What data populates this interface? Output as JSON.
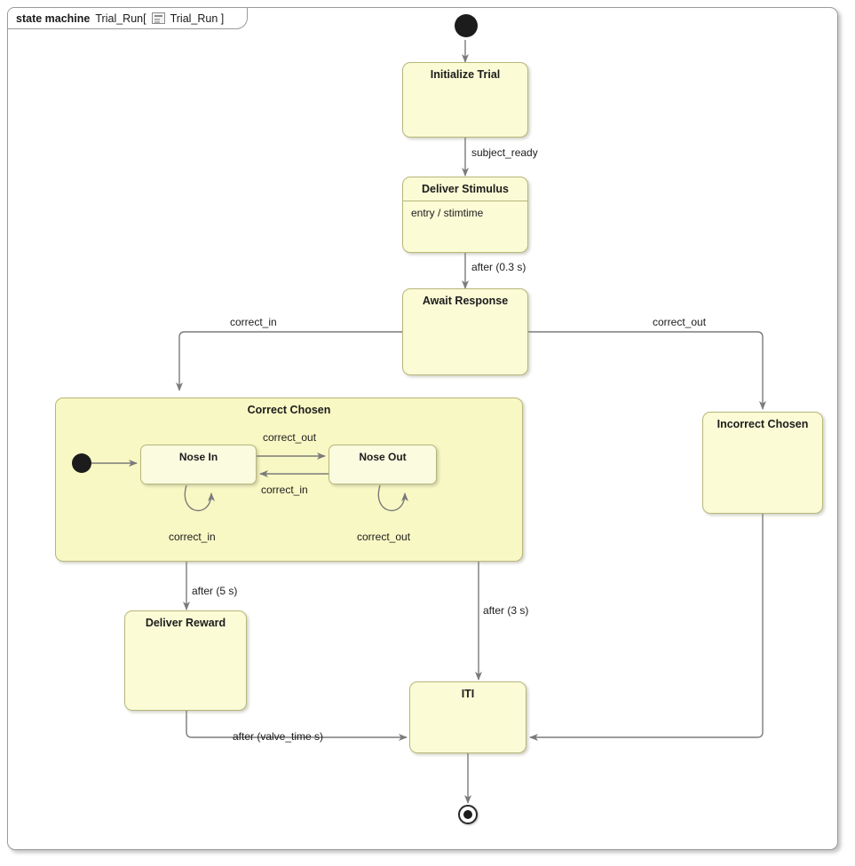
{
  "frame": {
    "keyword": "state machine",
    "name": "Trial_Run[",
    "icon": "diagram-icon",
    "qualifier": "Trial_Run ]"
  },
  "colors": {
    "state_fill": "#fbfbd6",
    "composite_fill": "#f8f8c4",
    "nested_fill": "#fbfbe0",
    "state_border": "#b7b77a",
    "edge": "#7b7b7b",
    "frame_border": "#9a9a9a",
    "canvas": "#ffffff",
    "pseudostate": "#1c1c1c"
  },
  "states": {
    "initialize_trial": {
      "name": "Initialize Trial"
    },
    "deliver_stimulus": {
      "name": "Deliver Stimulus",
      "entry": "entry / stimtime"
    },
    "await_response": {
      "name": "Await Response"
    },
    "correct_chosen": {
      "name": "Correct Chosen"
    },
    "nose_in": {
      "name": "Nose In"
    },
    "nose_out": {
      "name": "Nose Out"
    },
    "incorrect_chosen": {
      "name": "Incorrect Chosen"
    },
    "deliver_reward": {
      "name": "Deliver Reward"
    },
    "iti": {
      "name": "ITI"
    }
  },
  "pseudostates": {
    "initial_top": "initial-state",
    "initial_region": "initial-state",
    "final": "final-state"
  },
  "transitions": {
    "init_to_stimulus": "subject_ready",
    "stimulus_to_await": "after (0.3 s)",
    "await_to_correct": "correct_in",
    "await_to_incorrect": "correct_out",
    "nosein_to_noseout": "correct_out",
    "noseout_to_nosein": "correct_in",
    "nosein_self": "correct_in",
    "noseout_self": "correct_out",
    "correct_to_reward": "after (5 s)",
    "noseout_to_iti": "after (3 s)",
    "reward_to_iti": "after (valve_time s)"
  }
}
